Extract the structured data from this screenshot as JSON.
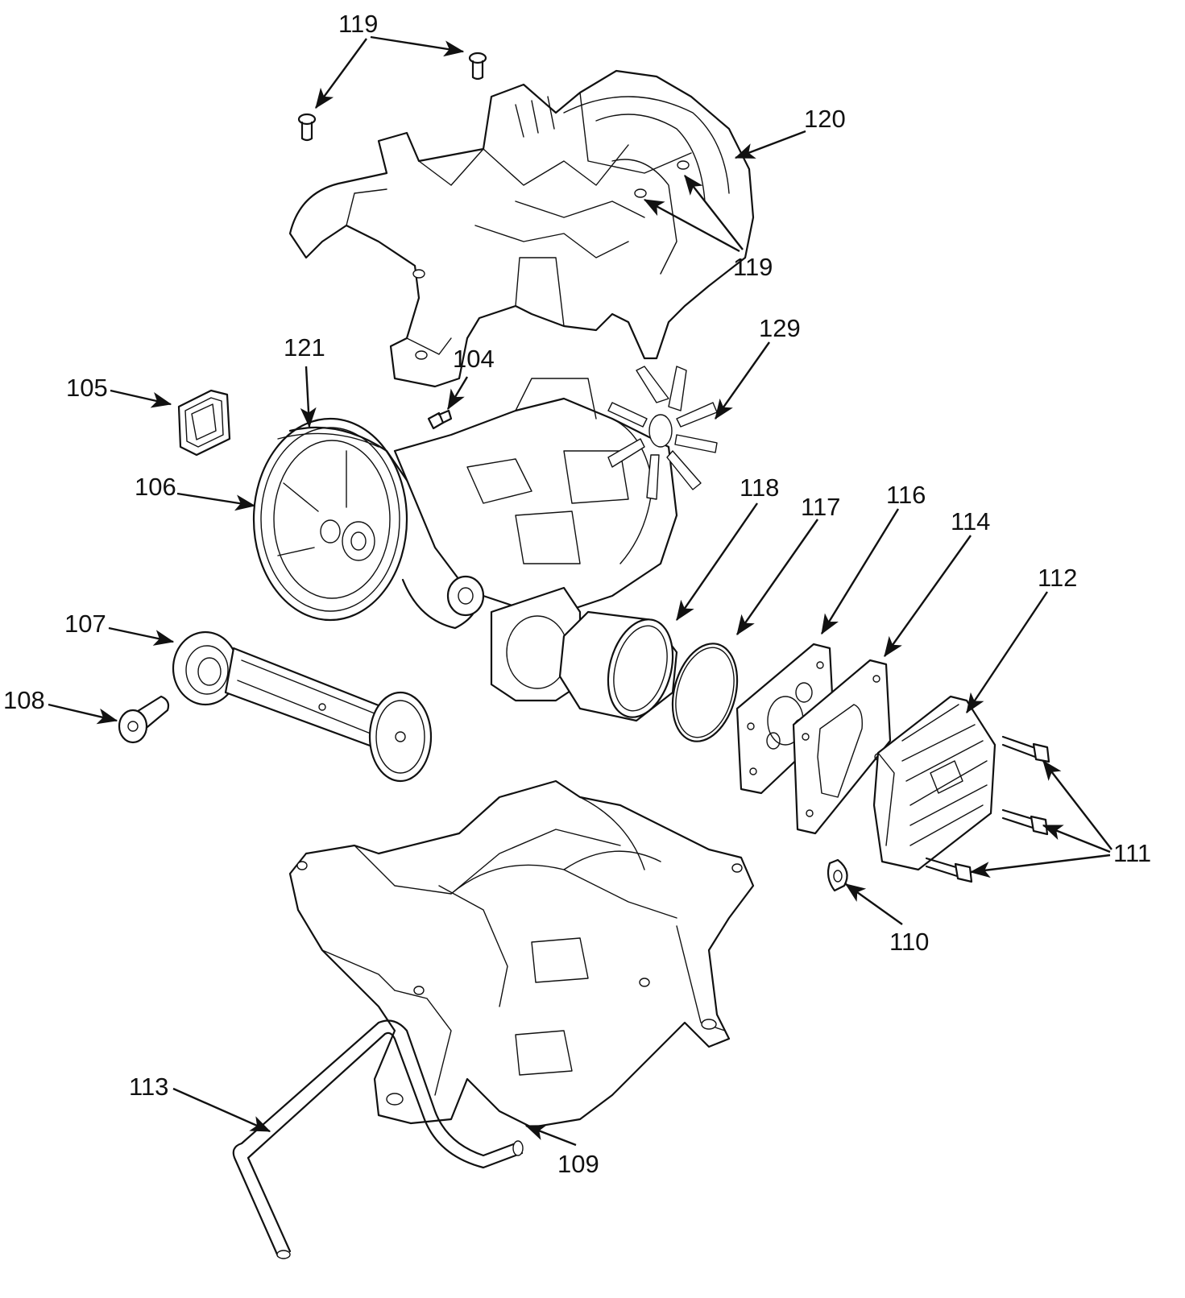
{
  "callouts": {
    "c119_top": "119",
    "c119_right": "119",
    "c120": "120",
    "c121": "121",
    "c104": "104",
    "c129": "129",
    "c105": "105",
    "c106": "106",
    "c118": "118",
    "c117": "117",
    "c116": "116",
    "c114": "114",
    "c112": "112",
    "c107": "107",
    "c108": "108",
    "c111": "111",
    "c110": "110",
    "c113": "113",
    "c109": "109"
  }
}
